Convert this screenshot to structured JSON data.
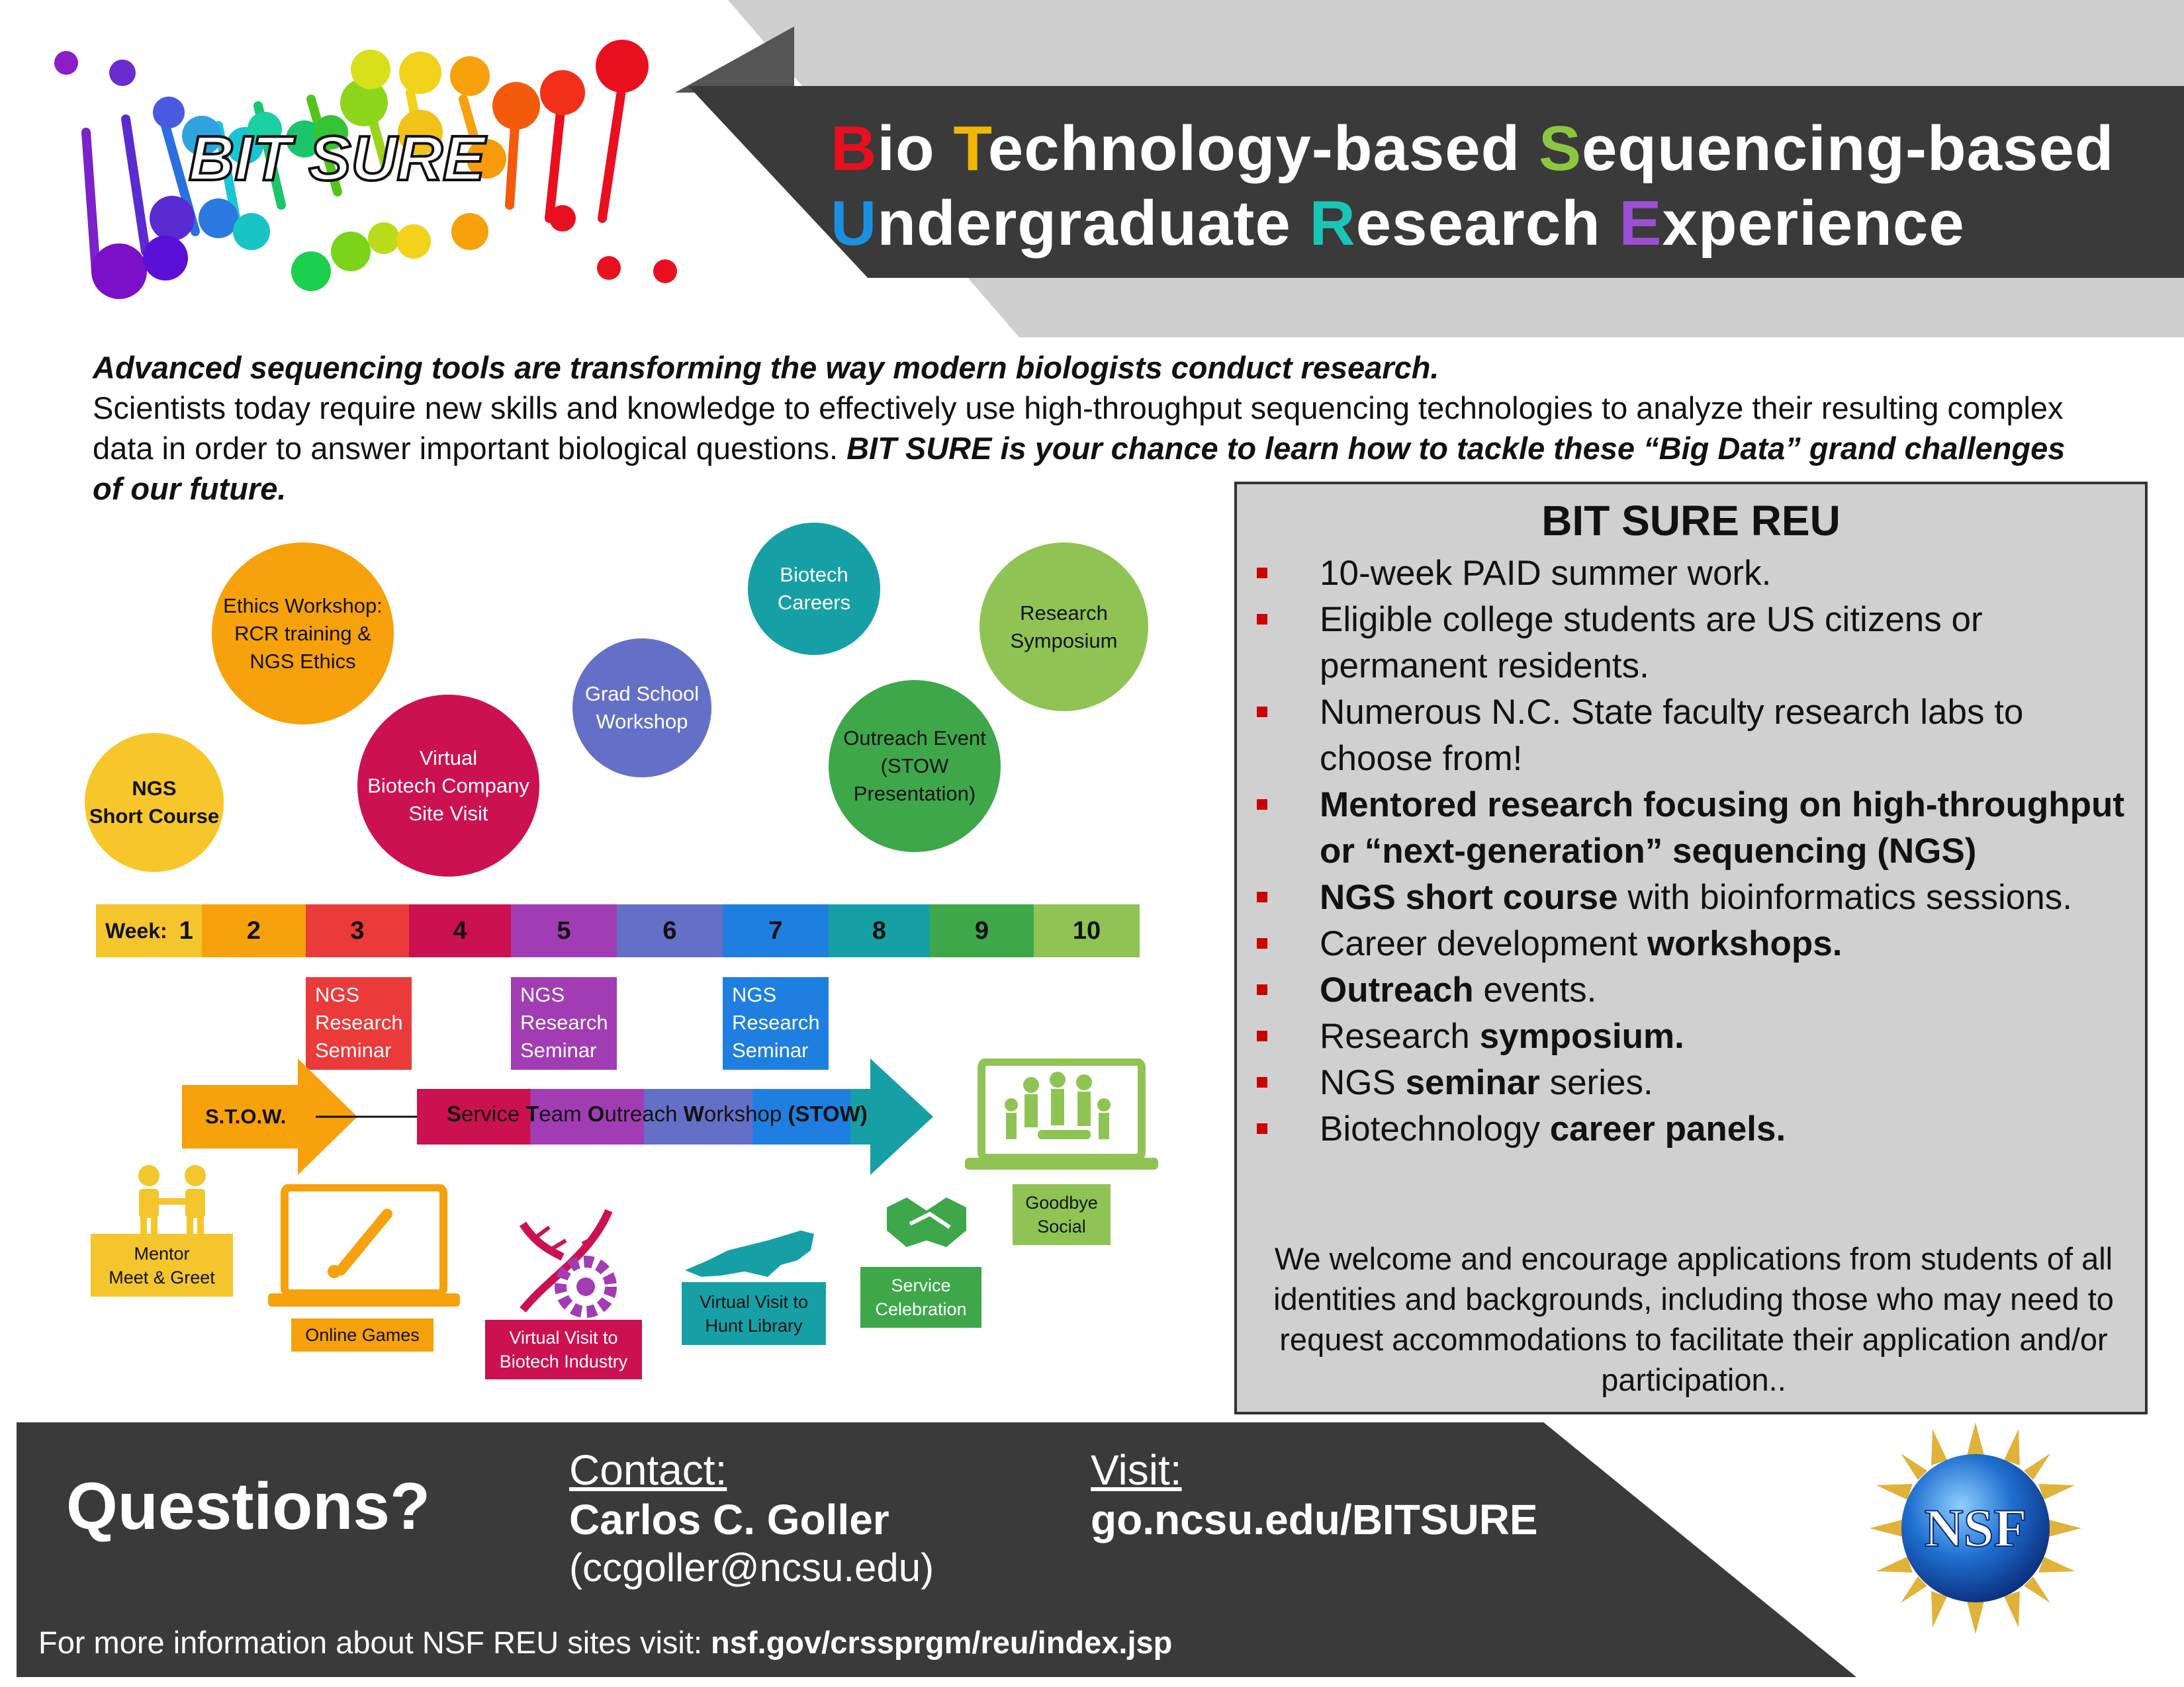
{
  "header": {
    "logo_text": "BIT SURE",
    "title_line1": [
      {
        "initial": "B",
        "rest": "io ",
        "color": "#e8101f"
      },
      {
        "initial": "T",
        "rest": "echnology-based ",
        "color": "#f2b705"
      },
      {
        "initial": "S",
        "rest": "equencing-based",
        "color": "#8dc63f"
      }
    ],
    "title_line2": [
      {
        "initial": "U",
        "rest": "ndergraduate ",
        "color": "#1b8fe0"
      },
      {
        "initial": "R",
        "rest": "esearch ",
        "color": "#19c5b4"
      },
      {
        "initial": "E",
        "rest": "xperience",
        "color": "#9b4fd2"
      }
    ]
  },
  "intro": {
    "headline": "Advanced sequencing tools are transforming the way modern biologists conduct research.",
    "body": "Scientists today require new skills and knowledge to effectively use high-throughput sequencing technologies to analyze their resulting complex data in order to answer important biological questions. ",
    "emphasis": "BIT SURE is your chance to learn how to tackle these “Big Data” grand challenges of our future."
  },
  "activities": [
    {
      "label": "NGS\nShort Course",
      "color": "#f7c62a"
    },
    {
      "label": "Ethics Workshop:\nRCR training &\nNGS Ethics",
      "color": "#f7a10c"
    },
    {
      "label": "Virtual\nBiotech Company\nSite Visit",
      "color": "#cc1150"
    },
    {
      "label": "Grad School\nWorkshop",
      "color": "#6470c7"
    },
    {
      "label": "Biotech\nCareers",
      "color": "#16a0a6"
    },
    {
      "label": "Outreach Event\n(STOW\nPresentation)",
      "color": "#3ea74a"
    },
    {
      "label": "Research\nSymposium",
      "color": "#8fc454"
    }
  ],
  "timeline": {
    "week_label": "Week:",
    "weeks": [
      {
        "n": "1",
        "color": "#f4c52d"
      },
      {
        "n": "2",
        "color": "#f7a10c"
      },
      {
        "n": "3",
        "color": "#ea3a3a"
      },
      {
        "n": "4",
        "color": "#cc1150"
      },
      {
        "n": "5",
        "color": "#a23cb4"
      },
      {
        "n": "6",
        "color": "#6470c7"
      },
      {
        "n": "7",
        "color": "#1f7fe0"
      },
      {
        "n": "8",
        "color": "#16a0a6"
      },
      {
        "n": "9",
        "color": "#3ea74a"
      },
      {
        "n": "10",
        "color": "#8fc454"
      }
    ],
    "seminars": [
      {
        "label": "NGS\nResearch\nSeminar",
        "color": "#ea3a3a"
      },
      {
        "label": "NGS\nResearch\nSeminar",
        "color": "#a23cb4"
      },
      {
        "label": "NGS\nResearch\nSeminar",
        "color": "#1f7fe0"
      }
    ],
    "stow_short": "S.T.O.W.",
    "stow_long": [
      {
        "initial": "S",
        "rest": "ervice "
      },
      {
        "initial": "T",
        "rest": "eam "
      },
      {
        "initial": "O",
        "rest": "utreach "
      },
      {
        "initial": "W",
        "rest": "orkshop "
      },
      {
        "initial": "(STOW)",
        "rest": ""
      }
    ]
  },
  "events": {
    "mentor": "Mentor\nMeet & Greet",
    "online_games": "Online Games",
    "virtual_biotech": "Virtual Visit to\nBiotech Industry",
    "hunt_library": "Virtual Visit to\nHunt Library",
    "service_celebration": "Service\nCelebration",
    "goodbye_social": "Goodbye\nSocial"
  },
  "reu_box": {
    "title": "BIT SURE REU",
    "bullets": [
      [
        {
          "t": "10-week PAID summer work."
        }
      ],
      [
        {
          "t": "Eligible college students are US citizens or permanent residents."
        }
      ],
      [
        {
          "t": "Numerous N.C. State faculty research labs to choose from!"
        }
      ],
      [
        {
          "t": "Mentored research focusing on high-throughput or “next-generation” sequencing (NGS)",
          "b": true
        }
      ],
      [
        {
          "t": "NGS short course",
          "b": true
        },
        {
          "t": " with bioinformatics sessions."
        }
      ],
      [
        {
          "t": "Career development "
        },
        {
          "t": "workshops.",
          "b": true
        }
      ],
      [
        {
          "t": "Outreach",
          "b": true
        },
        {
          "t": " events."
        }
      ],
      [
        {
          "t": "Research "
        },
        {
          "t": "symposium.",
          "b": true
        }
      ],
      [
        {
          "t": "NGS "
        },
        {
          "t": "seminar",
          "b": true
        },
        {
          "t": " series."
        }
      ],
      [
        {
          "t": "Biotechnology "
        },
        {
          "t": "career panels.",
          "b": true
        }
      ]
    ],
    "welcome": "We welcome and encourage applications from students of all identities and backgrounds, including those who may need to request accommodations to facilitate their application and/or participation.."
  },
  "footer": {
    "questions": "Questions?",
    "contact_label": "Contact:",
    "contact_name": "Carlos C. Goller",
    "contact_email": "(ccgoller@ncsu.edu)",
    "visit_label": "Visit:",
    "visit_url": "go.ncsu.edu/BITSURE",
    "more_info_text": "For more information about NSF REU sites visit: ",
    "more_info_url": "nsf.gov/crssprgm/reu/index.jsp",
    "nsf_logo_text": "NSF"
  }
}
